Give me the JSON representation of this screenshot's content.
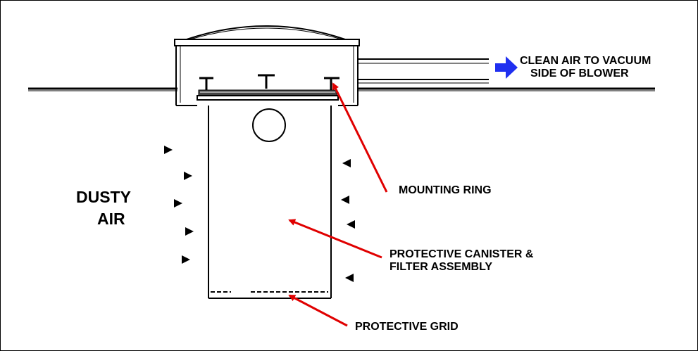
{
  "labels": {
    "clean_air_line1": "CLEAN AIR TO VACUUM",
    "clean_air_line2": "SIDE OF BLOWER",
    "dusty_line1": "DUSTY",
    "dusty_line2": "AIR",
    "mounting_ring": "MOUNTING RING",
    "canister_line1": "PROTECTIVE CANISTER &",
    "canister_line2": "FILTER ASSEMBLY",
    "grid": "PROTECTIVE GRID"
  },
  "colors": {
    "pointer_arrow": "#e00000",
    "airflow_arrow": "#1f2ff0",
    "line_art": "#000000"
  }
}
